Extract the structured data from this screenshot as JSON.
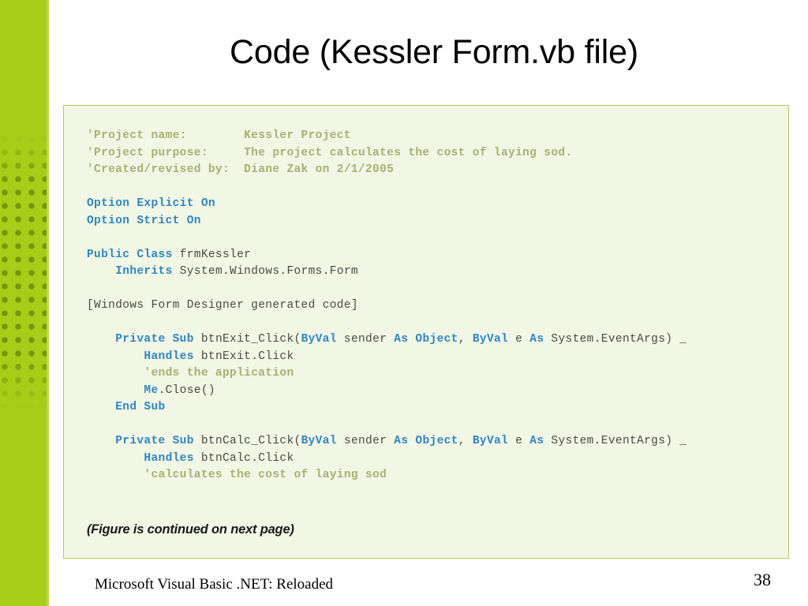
{
  "slide": {
    "title": "Code (Kessler Form.vb file)",
    "page_number": "38",
    "footer": "Microsoft Visual Basic .NET: Reloaded",
    "accent_color": "#a6ce18",
    "panel_bg_color": "#f2f6e5",
    "panel_border_color": "#b6c96a",
    "comment_color": "#a8b072",
    "keyword_color": "#2f86c4",
    "code_text_color": "#4a4a44"
  },
  "code_panel": {
    "figure_note": "(Figure is continued on next page)",
    "lines": [
      {
        "id": 1,
        "tokens": [
          {
            "t": "cmt",
            "s": "'Project name:        Kessler Project"
          }
        ]
      },
      {
        "id": 2,
        "tokens": [
          {
            "t": "cmt",
            "s": "'Project purpose:     The project calculates the cost of laying sod."
          }
        ]
      },
      {
        "id": 3,
        "tokens": [
          {
            "t": "cmt",
            "s": "'Created/revised by:  Diane Zak on 2/1/2005"
          }
        ]
      },
      {
        "id": 4,
        "tokens": []
      },
      {
        "id": 5,
        "tokens": [
          {
            "t": "kw",
            "s": "Option Explicit On"
          }
        ]
      },
      {
        "id": 6,
        "tokens": [
          {
            "t": "kw",
            "s": "Option Strict On"
          }
        ]
      },
      {
        "id": 7,
        "tokens": []
      },
      {
        "id": 8,
        "tokens": [
          {
            "t": "kw",
            "s": "Public Class"
          },
          {
            "t": "txt",
            "s": " frmKessler"
          }
        ]
      },
      {
        "id": 9,
        "tokens": [
          {
            "t": "txt",
            "s": "    "
          },
          {
            "t": "kw",
            "s": "Inherits"
          },
          {
            "t": "txt",
            "s": " System.Windows.Forms.Form"
          }
        ]
      },
      {
        "id": 10,
        "tokens": []
      },
      {
        "id": 11,
        "tokens": [
          {
            "t": "txt",
            "s": "[Windows Form Designer generated code]"
          }
        ]
      },
      {
        "id": 12,
        "tokens": []
      },
      {
        "id": 13,
        "tokens": [
          {
            "t": "txt",
            "s": "    "
          },
          {
            "t": "kw",
            "s": "Private Sub"
          },
          {
            "t": "txt",
            "s": " btnExit_Click("
          },
          {
            "t": "kw",
            "s": "ByVal"
          },
          {
            "t": "txt",
            "s": " sender "
          },
          {
            "t": "kw",
            "s": "As Object"
          },
          {
            "t": "txt",
            "s": ", "
          },
          {
            "t": "kw",
            "s": "ByVal"
          },
          {
            "t": "txt",
            "s": " e "
          },
          {
            "t": "kw",
            "s": "As"
          },
          {
            "t": "txt",
            "s": " System.EventArgs) _"
          }
        ]
      },
      {
        "id": 14,
        "tokens": [
          {
            "t": "txt",
            "s": "        "
          },
          {
            "t": "kw",
            "s": "Handles"
          },
          {
            "t": "txt",
            "s": " btnExit.Click"
          }
        ]
      },
      {
        "id": 15,
        "tokens": [
          {
            "t": "txt",
            "s": "        "
          },
          {
            "t": "cmt",
            "s": "'ends the application"
          }
        ]
      },
      {
        "id": 16,
        "tokens": [
          {
            "t": "txt",
            "s": "        "
          },
          {
            "t": "kw",
            "s": "Me"
          },
          {
            "t": "txt",
            "s": ".Close()"
          }
        ]
      },
      {
        "id": 17,
        "tokens": [
          {
            "t": "txt",
            "s": "    "
          },
          {
            "t": "kw",
            "s": "End Sub"
          }
        ]
      },
      {
        "id": 18,
        "tokens": []
      },
      {
        "id": 19,
        "tokens": [
          {
            "t": "txt",
            "s": "    "
          },
          {
            "t": "kw",
            "s": "Private Sub"
          },
          {
            "t": "txt",
            "s": " btnCalc_Click("
          },
          {
            "t": "kw",
            "s": "ByVal"
          },
          {
            "t": "txt",
            "s": " sender "
          },
          {
            "t": "kw",
            "s": "As Object"
          },
          {
            "t": "txt",
            "s": ", "
          },
          {
            "t": "kw",
            "s": "ByVal"
          },
          {
            "t": "txt",
            "s": " e "
          },
          {
            "t": "kw",
            "s": "As"
          },
          {
            "t": "txt",
            "s": " System.EventArgs) _"
          }
        ]
      },
      {
        "id": 20,
        "tokens": [
          {
            "t": "txt",
            "s": "        "
          },
          {
            "t": "kw",
            "s": "Handles"
          },
          {
            "t": "txt",
            "s": " btnCalc.Click"
          }
        ]
      },
      {
        "id": 21,
        "tokens": [
          {
            "t": "txt",
            "s": "        "
          },
          {
            "t": "cmt",
            "s": "'calculates the cost of laying sod"
          }
        ]
      }
    ]
  }
}
